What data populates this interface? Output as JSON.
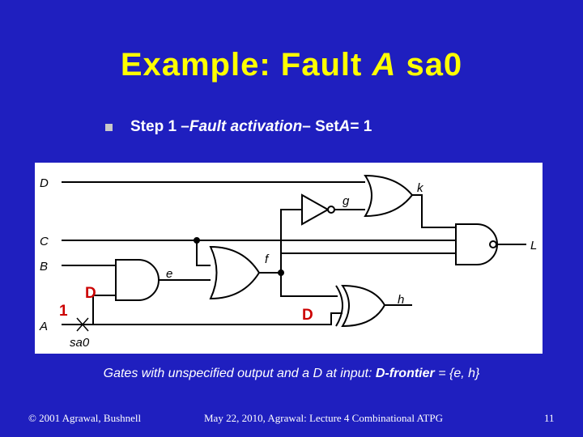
{
  "slide": {
    "title_prefix": "Example: Fault ",
    "title_var": "A",
    "title_suffix": " sa0",
    "bullet": {
      "step": "Step 1 – ",
      "phase": "Fault activation",
      "set": " – Set ",
      "var": "A",
      "value": " = 1"
    },
    "caption": {
      "prefix": "Gates with unspecified output and a D at input: ",
      "term": "D-frontier",
      "suffix": " = {e, h}"
    },
    "footer": {
      "left": "© 2001 Agrawal, Bushnell",
      "center": "May 22, 2010, Agrawal: Lecture 4 Combinational ATPG",
      "page": "11"
    }
  },
  "circuit": {
    "inputs": {
      "D": "D",
      "C": "C",
      "B": "B",
      "A": "A"
    },
    "nets": {
      "g": "g",
      "k": "k",
      "f": "f",
      "e": "e",
      "h": "h",
      "L": "L"
    },
    "fault_label": "sa0",
    "a_value": "1",
    "d_and_input": "D",
    "d_xor_input": "D",
    "wire_color": "#000000",
    "annotation_color": "#cc0000"
  }
}
